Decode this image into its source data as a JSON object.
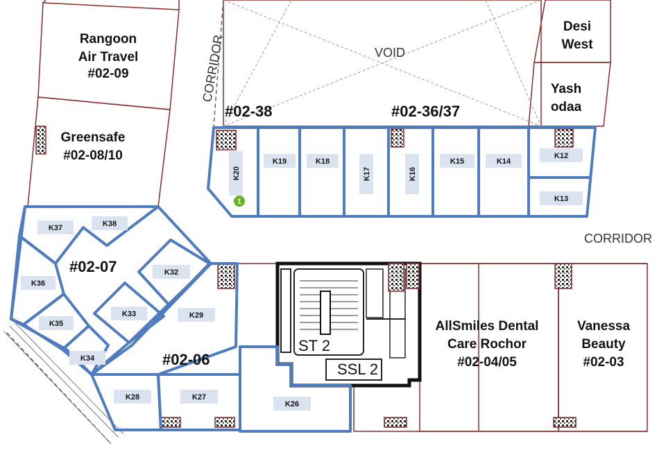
{
  "map": {
    "void_label": "VOID",
    "corridor_left": "CORRIDOR",
    "corridor_right": "CORRIDOR",
    "shops": {
      "rangoon": [
        "Rangoon",
        "Air Travel",
        "#02-09"
      ],
      "greensafe": [
        "Greensafe",
        "#02-08/10"
      ],
      "desi": [
        "Desi",
        "West"
      ],
      "yash": [
        "Yash",
        "odaa"
      ],
      "allsmiles": [
        "AllSmiles Dental",
        "Care Rochor",
        "#02-04/05"
      ],
      "vanessa": [
        "Vanessa",
        "Beauty",
        "#02-03"
      ]
    },
    "units": {
      "u0238": "#02-38",
      "u0236": "#02-36/37",
      "u0207": "#02-07",
      "u0206": "#02-06"
    },
    "kiosks": {
      "k12": "K12",
      "k13": "K13",
      "k14": "K14",
      "k15": "K15",
      "k16": "K16",
      "k17": "K17",
      "k18": "K18",
      "k19": "K19",
      "k20": "K20",
      "k26": "K26",
      "k27": "K27",
      "k28": "K28",
      "k29": "K29",
      "k32": "K32",
      "k33": "K33",
      "k34": "K34",
      "k35": "K35",
      "k36": "K36",
      "k37": "K37",
      "k38": "K38"
    },
    "stair_label": "ST 2",
    "ssl_label": "SSL 2",
    "marker": "1",
    "colors": {
      "kiosk_outline": "#4f7cbf",
      "kiosk_label_bg": "#dbe3f0",
      "wall": "#8b2a2a",
      "marker": "#6ab023"
    }
  }
}
